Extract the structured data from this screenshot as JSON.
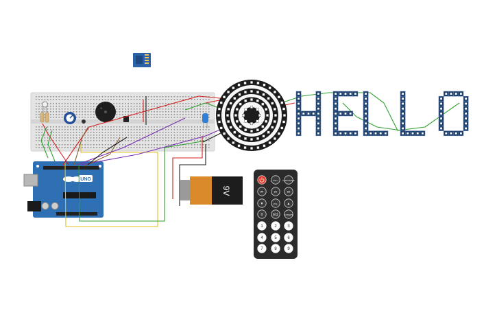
{
  "arduino": {
    "uno_label": "UNO"
  },
  "battery": {
    "voltage_label": "9V"
  },
  "remote": {
    "top_buttons": [
      "",
      "VOL+",
      "FUNC/STOP"
    ],
    "row2_buttons": [
      "⏮",
      "⏯",
      "⏭"
    ],
    "row3_buttons": [
      "▼",
      "VOL-",
      "▲"
    ],
    "row4_buttons": [
      "0",
      "EQ",
      "ST/REPT"
    ],
    "digits": [
      "1",
      "2",
      "3",
      "4",
      "5",
      "6",
      "7",
      "8",
      "9"
    ]
  },
  "neopixel_text": "HELLO",
  "colors": {
    "pcb_blue": "#2f6fb3",
    "breadboard": "#e2e2e2",
    "battery_orange": "#d98a2b",
    "remote_body": "#2b2b2b",
    "wire_red": "#d42020",
    "wire_green": "#2ea02e",
    "wire_yellow": "#e0c020",
    "wire_purple": "#7a2fb0",
    "wire_brown": "#8a5a2a"
  }
}
